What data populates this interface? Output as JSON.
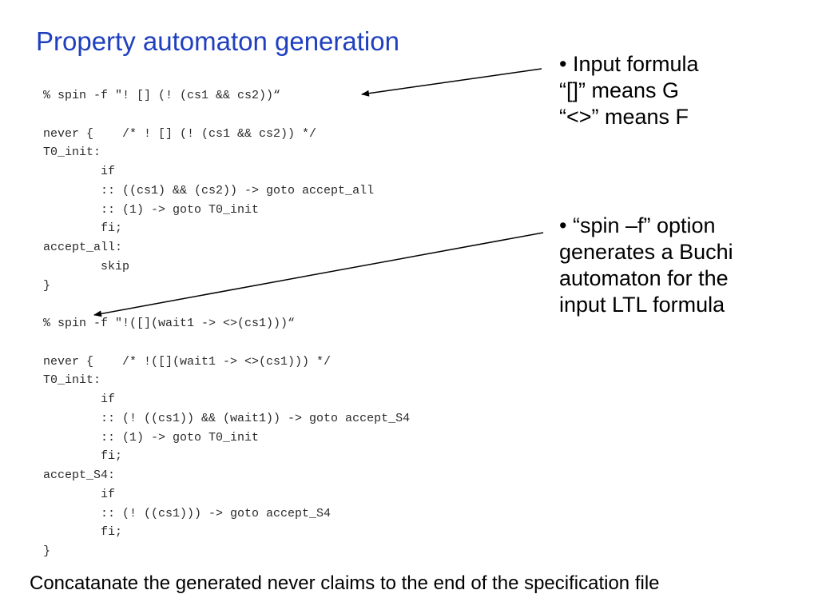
{
  "slide": {
    "title": "Property automaton generation",
    "code_lines": [
      "% spin -f \"! [] (! (cs1 && cs2))“",
      "",
      "never {    /* ! [] (! (cs1 && cs2)) */",
      "T0_init:",
      "        if",
      "        :: ((cs1) && (cs2)) -> goto accept_all",
      "        :: (1) -> goto T0_init",
      "        fi;",
      "accept_all:",
      "        skip",
      "}",
      "",
      "% spin -f \"!([](wait1 -> <>(cs1)))“",
      "",
      "never {    /* !([](wait1 -> <>(cs1))) */",
      "T0_init:",
      "        if",
      "        :: (! ((cs1)) && (wait1)) -> goto accept_S4",
      "        :: (1) -> goto T0_init",
      "        fi;",
      "accept_S4:",
      "        if",
      "        :: (! ((cs1))) -> goto accept_S4",
      "        fi;",
      "}"
    ],
    "note_1_lines": [
      "• Input formula",
      "“[]” means G",
      "“<>” means F"
    ],
    "note_2_lines": [
      "• “spin –f” option",
      "generates a Buchi",
      "automaton for the",
      "input LTL formula"
    ],
    "footer": "Concatanate the generated never claims to the end of the specification file"
  },
  "colors": {
    "title": "#1f3fbf",
    "code": "#2a2a2a",
    "text": "#000000",
    "arrow": "#000000"
  }
}
